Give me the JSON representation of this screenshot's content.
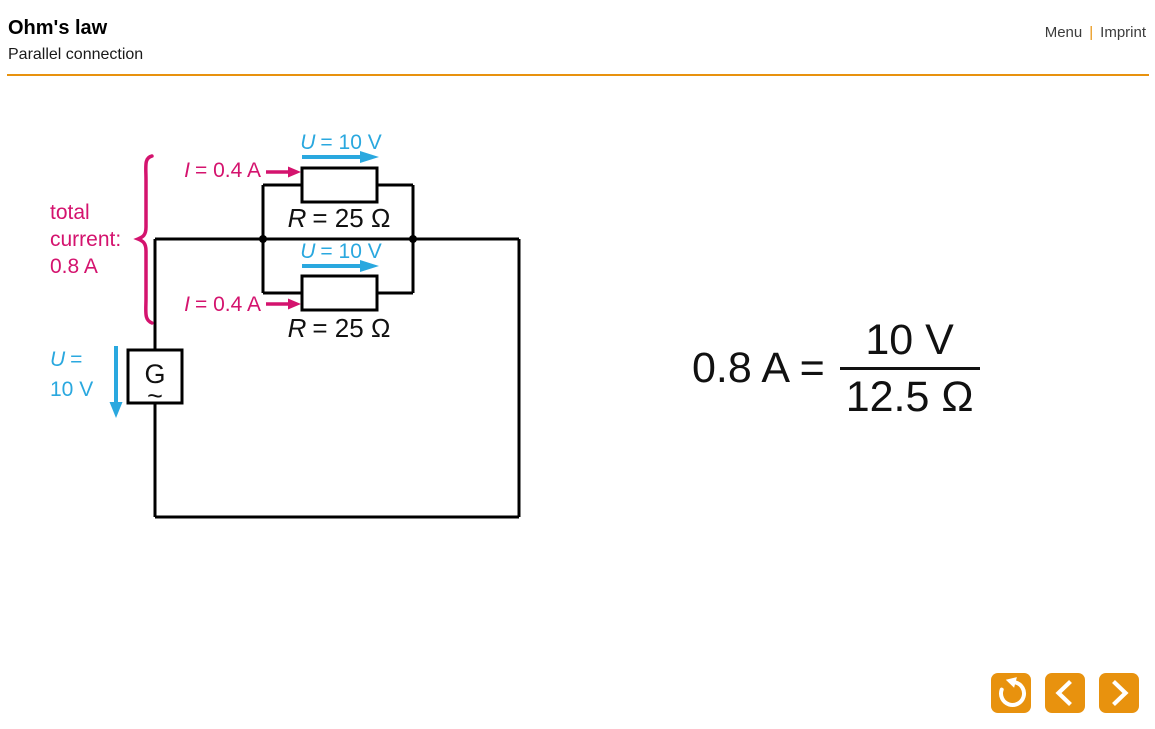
{
  "header": {
    "title": "Ohm's law",
    "subtitle": "Parallel connection",
    "menu": "Menu",
    "separator": "|",
    "imprint": "Imprint"
  },
  "colors": {
    "orange": "#E8920E",
    "magenta": "#D4136E",
    "blue": "#2AA8DF"
  },
  "circuit": {
    "total_current": {
      "line1": "total",
      "line2": "current:",
      "line3": "0.8 A"
    },
    "resistor_top": {
      "voltage_symbol": "U",
      "voltage_rest": "= 10 V",
      "current_symbol": "I",
      "current_rest": "= 0.4 A",
      "resistance_symbol": "R",
      "resistance_rest": "= 25 Ω"
    },
    "resistor_bottom": {
      "voltage_symbol": "U",
      "voltage_rest": "= 10 V",
      "current_symbol": "I",
      "current_rest": "= 0.4 A",
      "resistance_symbol": "R",
      "resistance_rest": "= 25 Ω"
    },
    "source": {
      "label": "G",
      "ac_symbol": "~",
      "voltage_line1_symbol": "U",
      "voltage_line1_rest": "=",
      "voltage_line2": "10 V"
    }
  },
  "equation": {
    "lhs": "0.8 A =",
    "numerator": "10 V",
    "denominator": "12.5 Ω"
  },
  "nav": {
    "restart_icon": "restart-icon",
    "prev_icon": "chevron-left-icon",
    "next_icon": "chevron-right-icon"
  }
}
